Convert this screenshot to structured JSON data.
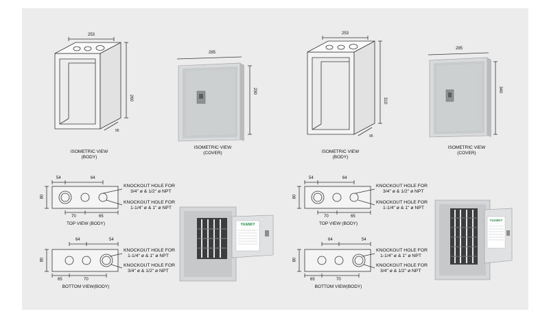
{
  "panels": [
    {
      "body_iso": {
        "label_line1": "ISOMETRIC VIEW",
        "label_line2": "(BODY)",
        "width": "253",
        "height": "260",
        "depth": "95"
      },
      "cover_iso": {
        "label_line1": "ISOMETRIC VIEW",
        "label_line2": "(COVER)",
        "width": "285",
        "height": "290"
      },
      "top_view": {
        "label": "TOP VIEW (BODY)",
        "dim_height": "80",
        "dim_a": "54",
        "dim_b": "64",
        "dim_c": "70",
        "dim_d": "65",
        "knockout1_line1": "KNOCKOUT HOLE FOR",
        "knockout1_line2": "3/4\" ø & 1/2\" ø NPT",
        "knockout2_line1": "KNOCKOUT HOLE FOR",
        "knockout2_line2": "1-1/4\" ø & 1\" ø NPT"
      },
      "bottom_view": {
        "label": "BOTTOM VIEW(BODY)",
        "dim_height": "80",
        "dim_a": "64",
        "dim_b": "54",
        "dim_c": "65",
        "dim_d": "70",
        "knockout1_line1": "KNOCKOUT HOLE FOR",
        "knockout1_line2": "1-1/4\" ø & 1\" ø NPT",
        "knockout2_line1": "KNOCKOUT HOLE FOR",
        "knockout2_line2": "3/4\" ø & 1/2\" ø NPT"
      },
      "brand": "YUANKY"
    },
    {
      "body_iso": {
        "label_line1": "ISOMETRIC VIEW",
        "label_line2": "(BODY)",
        "width": "253",
        "height": "310",
        "depth": "95"
      },
      "cover_iso": {
        "label_line1": "ISOMETRIC VIEW",
        "label_line2": "(COVER)",
        "width": "285",
        "height": "340"
      },
      "top_view": {
        "label": "TOP VIEW (BODY)",
        "dim_height": "80",
        "dim_a": "54",
        "dim_b": "64",
        "dim_c": "70",
        "dim_d": "65",
        "knockout1_line1": "KNOCKOUT HOLE FOR",
        "knockout1_line2": "3/4\" ø & 1/2\" ø NPT",
        "knockout2_line1": "KNOCKOUT HOLE FOR",
        "knockout2_line2": "1-1/4\" ø & 1\" ø NPT"
      },
      "bottom_view": {
        "label": "BOTTOM VIEW(BODY)",
        "dim_height": "80",
        "dim_a": "64",
        "dim_b": "54",
        "dim_c": "65",
        "dim_d": "70",
        "knockout1_line1": "KNOCKOUT HOLE FOR",
        "knockout1_line2": "1-1/4\" ø & 1\" ø NPT",
        "knockout2_line1": "KNOCKOUT HOLE FOR",
        "knockout2_line2": "3/4\" ø & 1/2\" ø NPT"
      },
      "brand": "YUANKY"
    }
  ]
}
